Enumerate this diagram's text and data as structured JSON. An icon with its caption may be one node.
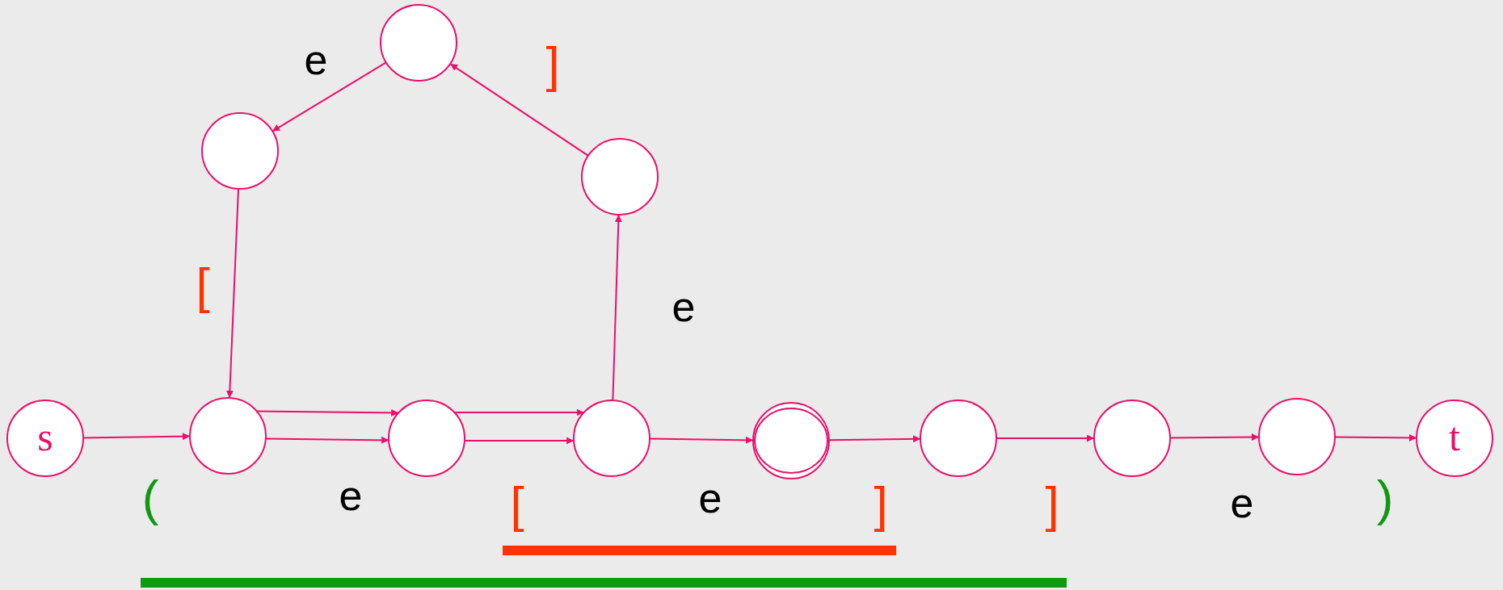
{
  "diagram": {
    "nodes": [
      {
        "text": [],
        "shape": "circle"
      },
      {
        "text": [],
        "shape": "circle"
      },
      {
        "text": [],
        "shape": "circle"
      },
      {
        "text": [
          "s"
        ]
      },
      {
        "text": [],
        "shape": "circle"
      },
      {
        "text": [],
        "shape": "circle"
      },
      {
        "text": [],
        "shape": "circle"
      },
      {
        "text": [],
        "shape": "circle"
      },
      {
        "text": [],
        "shape": "circle"
      },
      {
        "text": [],
        "shape": "circle"
      },
      {
        "text": [],
        "shape": "circle"
      },
      {
        "text": [
          "t"
        ]
      }
    ],
    "edges": [
      {
        "from": 6,
        "to": 2,
        "arrow": "to"
      },
      {
        "from": 2,
        "to": 0,
        "arrow": "to"
      },
      {
        "from": 0,
        "to": 1,
        "arrow": "to"
      },
      {
        "from": 1,
        "to": 4,
        "arrow": "to"
      },
      {
        "from": 3,
        "to": 4,
        "arrow": "to"
      },
      {
        "from": 4,
        "to": 5,
        "arrow": "to"
      },
      {
        "from": 4,
        "to": 5,
        "arrow": "to"
      },
      {
        "from": 5,
        "to": 6,
        "arrow": "to"
      },
      {
        "from": 5,
        "to": 6,
        "arrow": "to"
      },
      {
        "from": 6,
        "to": 7,
        "arrow": "to"
      },
      {
        "from": 7,
        "to": 8,
        "arrow": "to"
      },
      {
        "from": 8,
        "to": 9,
        "arrow": "to"
      },
      {
        "from": 9,
        "to": 10,
        "arrow": "to"
      },
      {
        "from": 10,
        "to": 11,
        "arrow": "to"
      }
    ],
    "labels": [
      "e",
      "]",
      "[",
      "e",
      "(",
      "e",
      "[",
      "e",
      "]",
      "]",
      "e",
      ")"
    ]
  }
}
